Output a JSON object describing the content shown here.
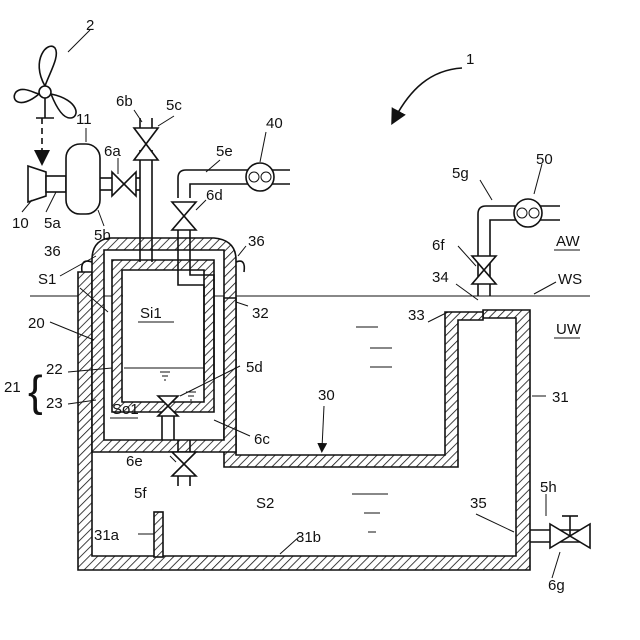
{
  "labels": {
    "l1": "1",
    "l2": "2",
    "l5a": "5a",
    "l5b": "5b",
    "l5c": "5c",
    "l5d": "5d",
    "l5e": "5e",
    "l5f": "5f",
    "l5g": "5g",
    "l5h": "5h",
    "l6a": "6a",
    "l6b": "6b",
    "l6c": "6c",
    "l6d": "6d",
    "l6e": "6e",
    "l6f": "6f",
    "l6g": "6g",
    "l10": "10",
    "l11": "11",
    "l20": "20",
    "l21": "21",
    "l22": "22",
    "l23": "23",
    "l30": "30",
    "l31": "31",
    "l31a": "31a",
    "l31b": "31b",
    "l32": "32",
    "l33": "33",
    "l34": "34",
    "l35": "35",
    "l36a": "36",
    "l36b": "36",
    "l40": "40",
    "l50": "50",
    "S1": "S1",
    "S2": "S2",
    "Si1": "Si1",
    "So1": "So1",
    "WS": "WS",
    "AW": "AW",
    "UW": "UW"
  }
}
